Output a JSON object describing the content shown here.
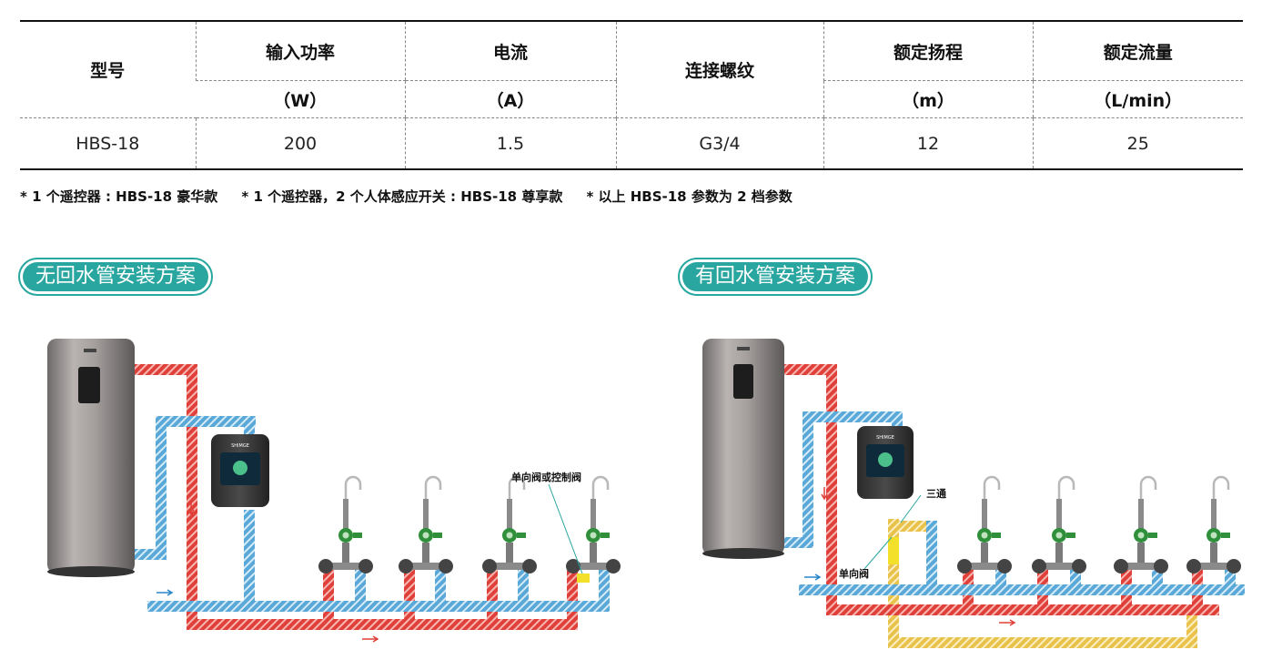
{
  "table": {
    "headers": {
      "model": "型号",
      "input_power": "输入功率",
      "current": "电流",
      "thread": "连接螺纹",
      "rated_head": "额定扬程",
      "rated_flow": "额定流量"
    },
    "units": {
      "input_power": "（W）",
      "current": "（A）",
      "rated_head": "（m）",
      "rated_flow": "（L/min）"
    },
    "row": {
      "model": "HBS-18",
      "input_power": "200",
      "current": "1.5",
      "thread": "G3/4",
      "rated_head": "12",
      "rated_flow": "25"
    }
  },
  "note": "* 1 个遥控器 : HBS-18 豪华款     * 1 个遥控器，2 个人体感应开关 : HBS-18 尊享款     * 以上 HBS-18 参数为 2 档参数",
  "schemes": {
    "left_title": "无回水管安装方案",
    "right_title": "有回水管安装方案",
    "left_label_valve": "单向阀或控制阀",
    "right_label_tee": "三通",
    "right_label_check": "单向阀",
    "pump_brand": "SHIMGE"
  },
  "colors": {
    "accent": "#2aa6a0",
    "hot_pipe": "#e0403a",
    "cold_pipe": "#5aa8d8",
    "return_pipe": "#e8c24a",
    "check_valve": "#f2e02a"
  }
}
